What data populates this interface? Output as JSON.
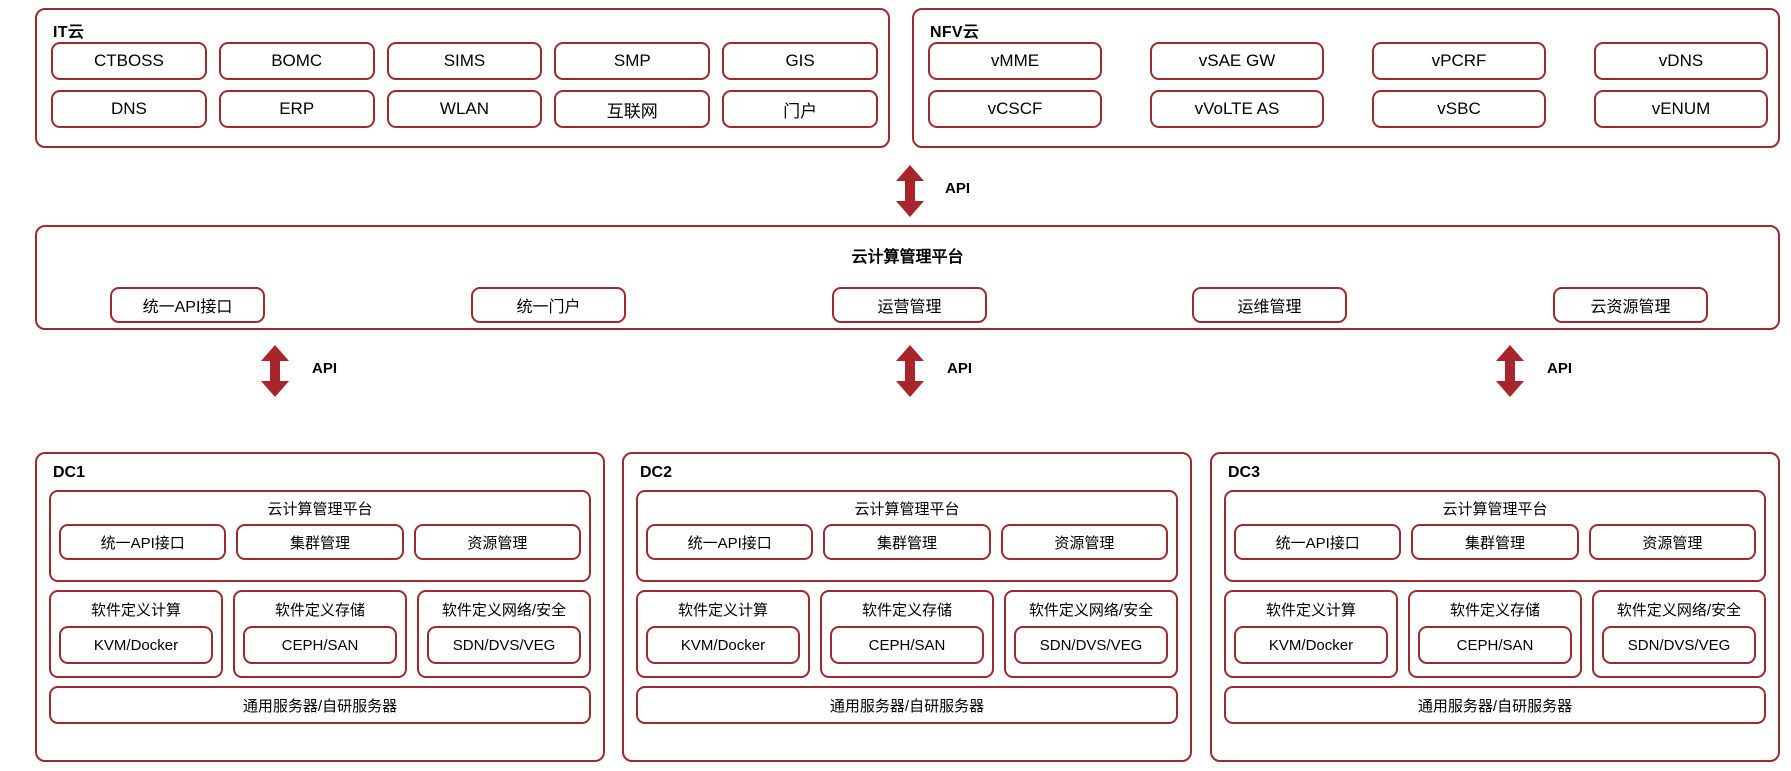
{
  "theme": {
    "line": "#9e2a2f",
    "arrow": "#a8252b",
    "text": "#000000",
    "background": "#ffffff"
  },
  "top": {
    "it_cloud": {
      "title": "IT云",
      "services": [
        "CTBOSS",
        "BOMC",
        "SIMS",
        "SMP",
        "GIS",
        "DNS",
        "ERP",
        "WLAN",
        "互联网",
        "门户"
      ]
    },
    "nfv_cloud": {
      "title": "NFV云",
      "services": [
        "vMME",
        "vSAE GW",
        "vPCRF",
        "vDNS",
        "vCSCF",
        "vVoLTE AS",
        "vSBC",
        "vENUM"
      ]
    }
  },
  "connectors": {
    "top_api": {
      "label": "API",
      "icon": "double-arrow-vertical-icon"
    },
    "dc_api": [
      {
        "label": "API",
        "icon": "double-arrow-vertical-icon"
      },
      {
        "label": "API",
        "icon": "double-arrow-vertical-icon"
      },
      {
        "label": "API",
        "icon": "double-arrow-vertical-icon"
      }
    ]
  },
  "platform": {
    "title": "云计算管理平台",
    "buttons": [
      "统一API接口",
      "统一门户",
      "运营管理",
      "运维管理",
      "云资源管理"
    ]
  },
  "datacenters": [
    {
      "title": "DC1",
      "platform_title": "云计算管理平台",
      "platform_buttons": [
        "统一API接口",
        "集群管理",
        "资源管理"
      ],
      "software_defined": [
        {
          "title": "软件定义计算",
          "tech": "KVM/Docker"
        },
        {
          "title": "软件定义存储",
          "tech": "CEPH/SAN"
        },
        {
          "title": "软件定义网络/安全",
          "tech": "SDN/DVS/VEG"
        }
      ],
      "server": "通用服务器/自研服务器"
    },
    {
      "title": "DC2",
      "platform_title": "云计算管理平台",
      "platform_buttons": [
        "统一API接口",
        "集群管理",
        "资源管理"
      ],
      "software_defined": [
        {
          "title": "软件定义计算",
          "tech": "KVM/Docker"
        },
        {
          "title": "软件定义存储",
          "tech": "CEPH/SAN"
        },
        {
          "title": "软件定义网络/安全",
          "tech": "SDN/DVS/VEG"
        }
      ],
      "server": "通用服务器/自研服务器"
    },
    {
      "title": "DC3",
      "platform_title": "云计算管理平台",
      "platform_buttons": [
        "统一API接口",
        "集群管理",
        "资源管理"
      ],
      "software_defined": [
        {
          "title": "软件定义计算",
          "tech": "KVM/Docker"
        },
        {
          "title": "软件定义存储",
          "tech": "CEPH/SAN"
        },
        {
          "title": "软件定义网络/安全",
          "tech": "SDN/DVS/VEG"
        }
      ],
      "server": "通用服务器/自研服务器"
    }
  ]
}
